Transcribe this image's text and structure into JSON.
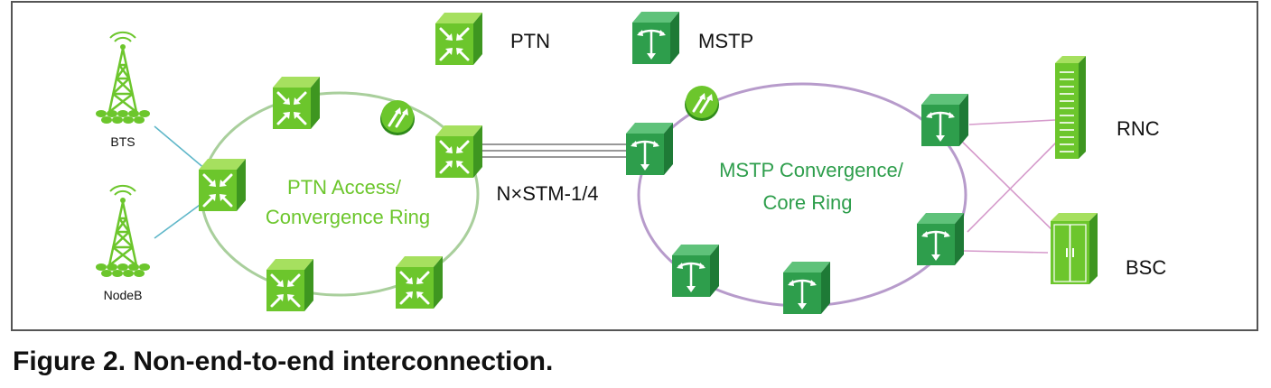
{
  "legend": {
    "ptn_label": "PTN",
    "mstp_label": "MSTP"
  },
  "sites": {
    "bts_label": "BTS",
    "nodeb_label": "NodeB"
  },
  "rings": {
    "ptn_ring_line1": "PTN Access/",
    "ptn_ring_line2": "Convergence Ring",
    "mstp_ring_line1": "MSTP Convergence/",
    "mstp_ring_line2": "Core Ring"
  },
  "link_label": "N×STM-1/4",
  "controllers": {
    "rnc_label": "RNC",
    "bsc_label": "BSC"
  },
  "caption": "Figure 2. Non-end-to-end interconnection.",
  "colors": {
    "ptn_green": "#6cc62c",
    "mstp_green": "#2e9e4c",
    "ptn_ring": "#a9cf9c",
    "mstp_ring": "#b79bcb",
    "cross_links": "#d59acb",
    "access_links": "#5fb7c9",
    "frame": "#555555"
  }
}
